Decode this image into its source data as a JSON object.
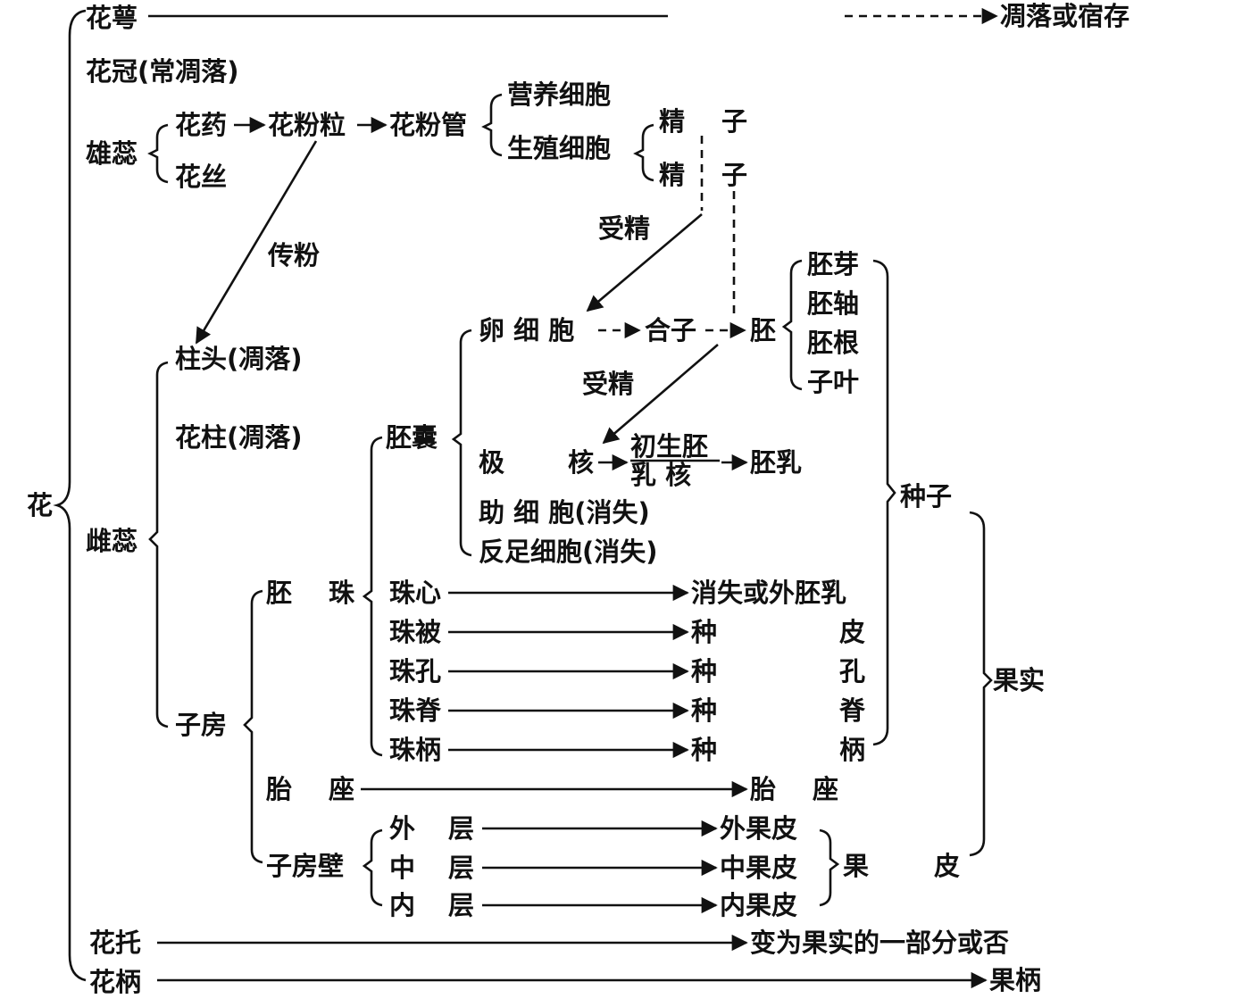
{
  "colors": {
    "ink": "#111111",
    "background": "#ffffff"
  },
  "root": "花",
  "calyx": {
    "label": "花萼",
    "fate": "凋落或宿存"
  },
  "corolla": "花冠(常凋落)",
  "stamen": {
    "label": "雄蕊",
    "anther": "花药",
    "filament": "花丝",
    "pollen_grain": "花粉粒",
    "pollen_tube": "花粉管",
    "vegetative_cell": "营养细胞",
    "generative_cell": "生殖细胞",
    "sperm_1_a": "精",
    "sperm_1_b": "子",
    "sperm_2_a": "精",
    "sperm_2_b": "子"
  },
  "pollination": "传粉",
  "fertilization_1": "受精",
  "fertilization_2": "受精",
  "pistil": {
    "label": "雌蕊",
    "stigma": "柱头(凋落)",
    "style": "花柱(凋落)",
    "ovary": "子房"
  },
  "embryo_sac": {
    "label": "胚囊",
    "egg_cell": "卵 细 胞",
    "zygote": "合子",
    "embryo": "胚",
    "polar_a": "极",
    "polar_b": "核",
    "primary_endosperm_top": "初生胚",
    "primary_endosperm_bottom": "乳  核",
    "endosperm": "胚乳",
    "synergid": "助 细 胞(消失)",
    "antipodal": "反足细胞(消失)"
  },
  "embryo_parts": [
    "胚芽",
    "胚轴",
    "胚根",
    "子叶"
  ],
  "ovule": {
    "label_a": "胚",
    "label_b": "珠",
    "rows": [
      {
        "from": "珠心",
        "to": "消失或外胚乳"
      },
      {
        "from": "珠被",
        "to_a": "种",
        "to_b": "皮"
      },
      {
        "from": "珠孔",
        "to_a": "种",
        "to_b": "孔"
      },
      {
        "from": "珠脊",
        "to_a": "种",
        "to_b": "脊"
      },
      {
        "from": "珠柄",
        "to_a": "种",
        "to_b": "柄"
      }
    ]
  },
  "seed": "种子",
  "placenta": {
    "from_a": "胎",
    "from_b": "座",
    "to_a": "胎",
    "to_b": "座"
  },
  "ovary_wall": {
    "label": "子房壁",
    "rows": [
      {
        "from_a": "外",
        "from_b": "层",
        "to": "外果皮"
      },
      {
        "from_a": "中",
        "from_b": "层",
        "to": "中果皮"
      },
      {
        "from_a": "内",
        "from_b": "层",
        "to": "内果皮"
      }
    ],
    "pericarp_a": "果",
    "pericarp_b": "皮"
  },
  "fruit": "果实",
  "receptacle": {
    "label": "花托",
    "fate": "变为果实的一部分或否"
  },
  "pedicel": {
    "label": "花柄",
    "fate": "果柄"
  }
}
